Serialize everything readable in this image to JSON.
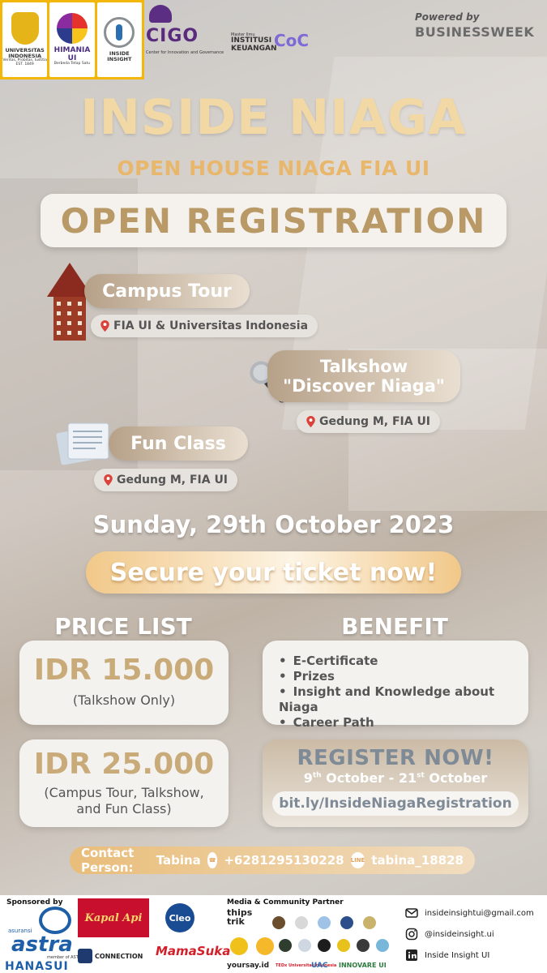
{
  "colors": {
    "title": "#f1d8a5",
    "subtitle": "#e8b76b",
    "banner_text": "#b99a67",
    "accent_gold": "#c9ab7a",
    "grey_text": "#7f8a97"
  },
  "header": {
    "logos": [
      {
        "name": "ui-logo",
        "label": "UNIVERSITAS INDONESIA",
        "tagline": "Veritas, Probitas, Iustitia",
        "est": "EST. 1849"
      },
      {
        "name": "himania-logo",
        "label": "HIMANIA UI",
        "tagline": "Berbeda Tetap Satu"
      },
      {
        "name": "inside-insight-logo",
        "label": "INSIDE INSIGHT"
      }
    ],
    "cigo": "CIGO",
    "cigo_sub": "Center for Innovation and Governance",
    "ik_small": "Master Ilmu",
    "ik_line1": "INSTITUSI",
    "ik_line2": "KEUANGAN",
    "coc": "CoC",
    "powered_small": "Powered by",
    "powered_big": "BUSINESSWEEK"
  },
  "title": "INSIDE NIAGA",
  "subtitle": "OPEN HOUSE NIAGA FIA UI",
  "banner": "OPEN REGISTRATION",
  "activities": {
    "campus_tour": {
      "title": "Campus Tour",
      "location": "FIA UI & Universitas Indonesia",
      "icon": "building-tower-icon"
    },
    "talkshow": {
      "title_line1": "Talkshow",
      "title_line2": "\"Discover Niaga\"",
      "location": "Gedung M, FIA UI",
      "icon": "microphone-icon"
    },
    "fun_class": {
      "title": "Fun Class",
      "location": "Gedung M, FIA UI",
      "icon": "document-stack-icon"
    }
  },
  "date": "Sunday, 29th October 2023",
  "ticket_cta": "Secure your ticket now!",
  "price_list": {
    "heading": "PRICE LIST",
    "items": [
      {
        "price": "IDR 15.000",
        "note_line1": "(Talkshow Only)",
        "note_line2": ""
      },
      {
        "price": "IDR 25.000",
        "note_line1": "(Campus Tour, Talkshow,",
        "note_line2": "and Fun Class)"
      }
    ]
  },
  "benefit": {
    "heading": "BENEFIT",
    "items": [
      "E-Certificate",
      "Prizes",
      "Insight and Knowledge about Niaga",
      "Career Path"
    ]
  },
  "register": {
    "title": "REGISTER NOW!",
    "start_day": "9",
    "start_sup": "th",
    "start_month": "October",
    "dash": "-",
    "end_day": "21",
    "end_sup": "st",
    "end_month": "October",
    "link": "bit.ly/InsideNiagaRegistration"
  },
  "contact": {
    "label": "Contact Person:",
    "name": "Tabina",
    "whatsapp": "+6281295130228",
    "line_icon_text": "LINE",
    "line": "tabina_18828"
  },
  "footer": {
    "sponsored_label": "Sponsored by",
    "astra_small": "asuransi",
    "astra": "astra",
    "astra_member": "member of ASTRA",
    "hanasui": "HANASUI",
    "kapal_api": "Kapal Api",
    "connection": "CONNECTION",
    "cleo": "Cleo",
    "mamasuka": "MamaSuka",
    "media_label": "Media & Community Partner",
    "thips_line1": "thips",
    "thips_line2": "trik",
    "yoursay": "yoursay.id",
    "ted": "TEDx UniversitasIndonesia",
    "uac": "UAC",
    "innovare": "INNOVARE UI",
    "email": "insideinsightui@gmail.com",
    "instagram": "@insideinsight.ui",
    "account": "Inside Insight UI"
  }
}
